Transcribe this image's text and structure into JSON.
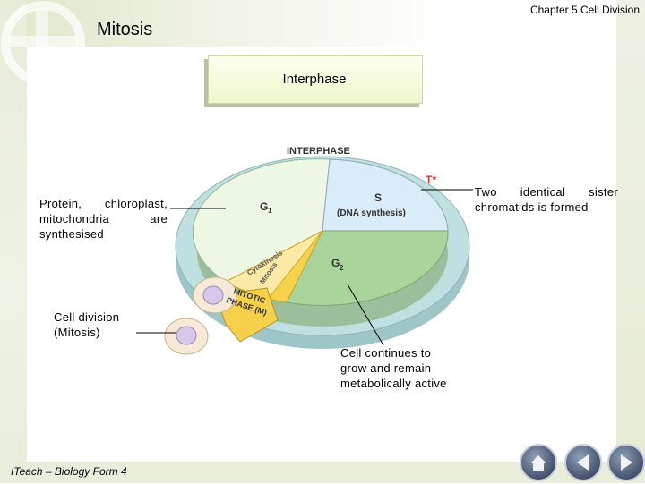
{
  "header": {
    "chapter": "Chapter 5 Cell Division",
    "title": "Mitosis",
    "interphase_box": "Interphase"
  },
  "diagram": {
    "ring_label": "INTERPHASE",
    "g1": "G",
    "g1_sub": "1",
    "s": "S",
    "s_detail": "(DNA synthesis)",
    "g2": "G",
    "g2_sub": "2",
    "t_star": "T*",
    "cytokinesis": "Cytokinesis",
    "mitosis": "Mitosis",
    "mitotic_phase_1": "MITOTIC",
    "mitotic_phase_2": "PHASE (M)"
  },
  "notes": {
    "left": "Protein, chloroplast, mitochondria are synthesised",
    "right": "Two identical sister chromatids is formed",
    "cell_division_1": "Cell division",
    "cell_division_2": "(Mitosis)",
    "continue_1": "Cell continues to",
    "continue_2": "grow and remain",
    "continue_3": "metabolically active"
  },
  "footer": "ITeach – Biology Form 4",
  "colors": {
    "g1": "#eef6e4",
    "s": "#d8ecf9",
    "g2": "#a9d49c",
    "ring": "#bfe0e0",
    "mitotic": "#f5d24a",
    "t_star": "#d93a2b"
  },
  "nav": {
    "home": "home-icon",
    "prev": "back-arrow-icon",
    "next": "forward-arrow-icon"
  }
}
